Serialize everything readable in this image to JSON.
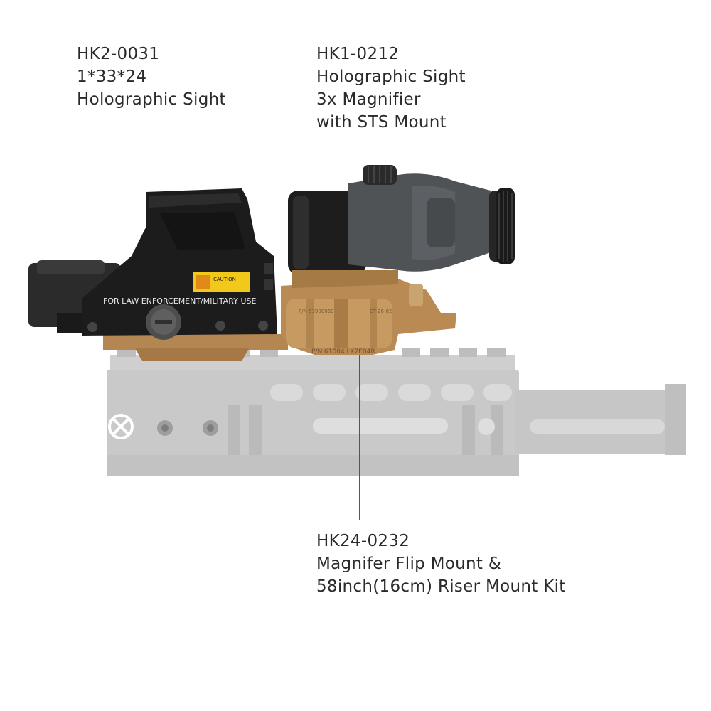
{
  "callouts": {
    "sight": {
      "model": "HK2-0031",
      "spec": "1*33*24",
      "name": "Holographic Sight"
    },
    "magnifier": {
      "model": "HK1-0212",
      "line1": "Holographic Sight",
      "line2": "3x Magnifier",
      "line3": "with STS Mount"
    },
    "mount": {
      "model": "HK24-0232",
      "line1": "Magnifer Flip Mount &",
      "line2": "58inch(16cm) Riser Mount Kit"
    }
  },
  "product_markings": {
    "caution_label": "CAUTION",
    "sight_side_text": "FOR LAW ENFORCEMENT/MILITARY USE",
    "mount_part_number": "P/N 61004 LK2E04R"
  },
  "colors": {
    "background": "#ffffff",
    "sight_body": "#1c1c1c",
    "mount_tan": "#b98a54",
    "magnifier_body": "#4a4d50",
    "rail_gray": "#c9c9c9",
    "caution_yellow": "#f2c81b"
  }
}
